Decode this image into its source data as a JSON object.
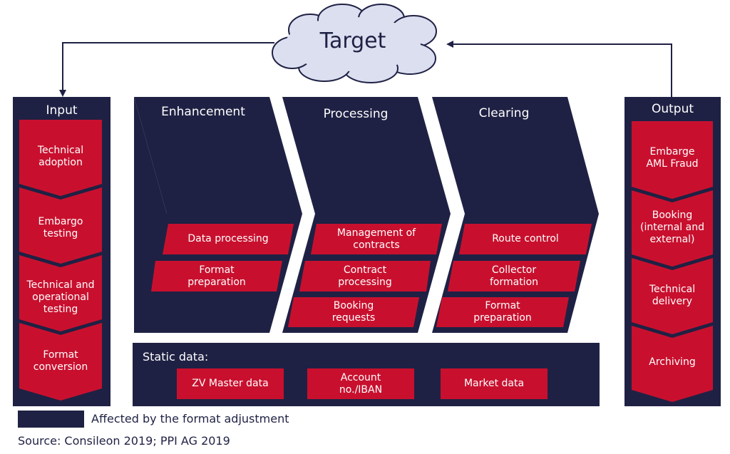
{
  "target": "Target",
  "input": {
    "title": "Input",
    "items": [
      "Technical\nadoption",
      "Embargo\ntesting",
      "Technical and\noperational\ntesting",
      "Format\nconversion"
    ]
  },
  "output": {
    "title": "Output",
    "items": [
      "Embarge\nAML Fraud",
      "Booking\n(internal and\nexternal)",
      "Technical\ndelivery",
      "Archiving"
    ]
  },
  "stages": [
    {
      "title": "Enhancement",
      "items": [
        "Data processing",
        "Format\npreparation"
      ]
    },
    {
      "title": "Processing",
      "items": [
        "Management of\ncontracts",
        "Contract\nprocessing",
        "Booking\nrequests"
      ]
    },
    {
      "title": "Clearing",
      "items": [
        "Route control",
        "Collector\nformation",
        "Format\npreparation"
      ]
    }
  ],
  "static_data": {
    "title": "Static data:",
    "items": [
      "ZV Master data",
      "Account\nno./IBAN",
      "Market data"
    ]
  },
  "legend": "Affected by the format adjustment",
  "source": "Source: Consileon 2019; PPI AG 2019",
  "colors": {
    "navy": "#1f2144",
    "red": "#c8102e",
    "cloud": "#dcdff0"
  }
}
